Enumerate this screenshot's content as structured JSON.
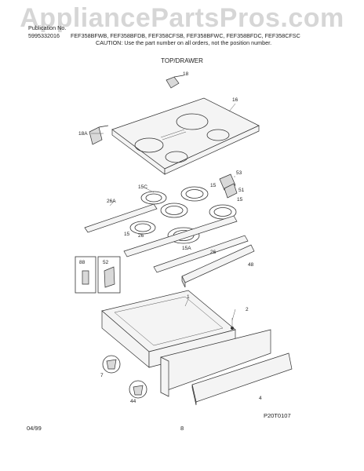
{
  "watermark": "AppliancePartsPros.com",
  "header": {
    "publication": "Publication No.",
    "pub_number": "5995332016",
    "models": "FEF358BFWB, FEF358BFDB, FEF358CFSB, FEF358BFWC, FEF358BFDC, FEF358CFSC",
    "caution": "CAUTION:  Use the part number on all orders, not the position number."
  },
  "section_title": "TOP/DRAWER",
  "callouts": {
    "c18": "18",
    "c16": "16",
    "c18a": "18A",
    "c53": "53",
    "c15a": "15",
    "c51": "51",
    "c15c": "15C",
    "c15b": "15",
    "c26a": "26A",
    "c15d": "15",
    "c26b": "26",
    "c15e": "15A",
    "c26c": "26",
    "c48": "48",
    "c88": "88",
    "c52": "52",
    "c1": "1",
    "c2": "2",
    "c7": "7",
    "c44": "44",
    "c4": "4"
  },
  "footer": {
    "date": "04/99",
    "page": "8",
    "figure_id": "P20T0107"
  }
}
